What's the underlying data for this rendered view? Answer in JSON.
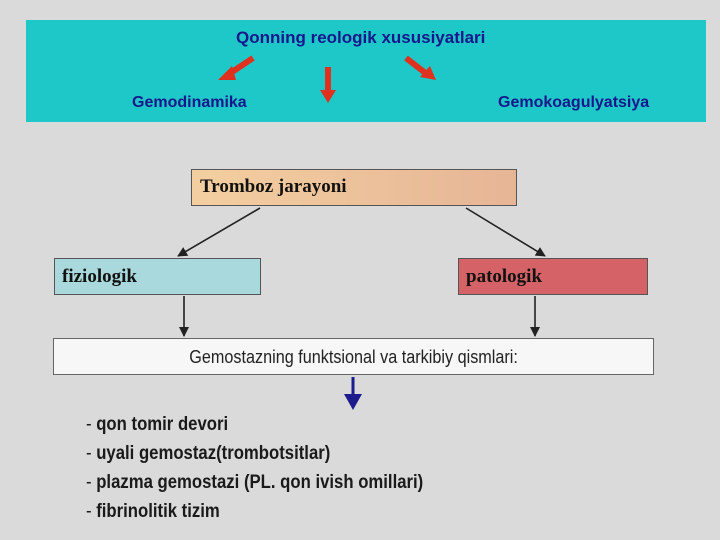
{
  "banner": {
    "title": "Qonning reologik xususiyatlari",
    "left_label": "Gemodinamika",
    "right_label": "Gemokoagulyatsiya",
    "background": "#1ec8c8",
    "text_color": "#17178c",
    "arrow_color": "#e0301e"
  },
  "boxes": {
    "tromboz": "Tromboz jarayoni",
    "fiziologik": "fiziologik",
    "patologik": "patologik",
    "gemostaz": "Gemostazning funktsional va tarkibiy qismlari:"
  },
  "components": [
    {
      "dash": "-",
      "text": "qon tomir devori"
    },
    {
      "dash": "-",
      "text": "uyali gemostaz(trombotsitlar)"
    },
    {
      "dash": "-",
      "text": "plazma gemostazi (PL. qon ivish omillari)"
    },
    {
      "dash": "-",
      "text": "fibrinolitik tizim"
    }
  ],
  "colors": {
    "fiziologik": "#a9d9dc",
    "patologik": "#d46266",
    "tromboz": "#f3cfa0",
    "down_arrow": "#1c1c8c"
  }
}
